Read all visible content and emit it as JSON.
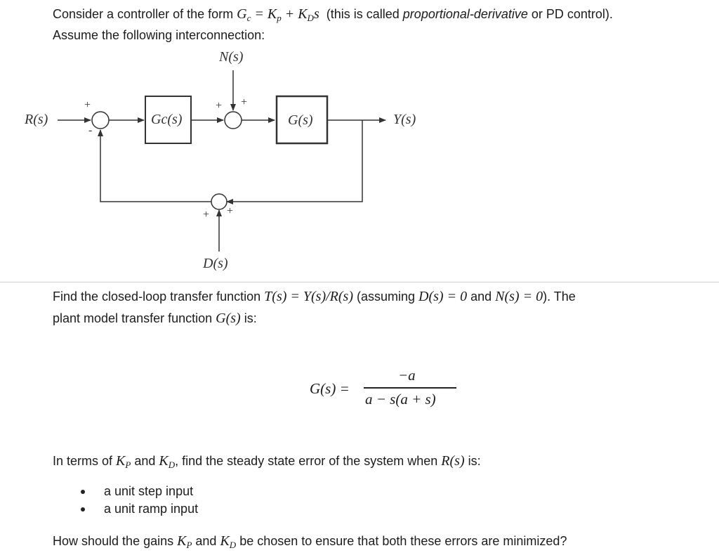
{
  "intro": {
    "p1_before": "Consider a controller of the form ",
    "gc_eq": "G",
    "gc_sub": "c",
    "eq_rest_a": " = K",
    "kp_sub": "p",
    "eq_rest_b": " + K",
    "kd_sub": "D",
    "eq_rest_c": "s",
    "p1_paren_open": "(this is called ",
    "p1_italic": "proportional-derivative",
    "p1_paren_close": " or PD control).",
    "p2": "Assume the following interconnection:"
  },
  "diagram": {
    "n_label": "N(s)",
    "r_label": "R(s)",
    "gc_label": "Gc(s)",
    "g_label": "G(s)",
    "y_label": "Y(s)",
    "d_label": "D(s)",
    "sum1_top_sign": "+",
    "sum1_bottom_sign": "-",
    "sum2_left_sign": "+",
    "sum2_top_sign": "+",
    "sum3_left_sign": "+",
    "sum3_right_sign": "+"
  },
  "question1": {
    "line1_a": "Find the closed-loop transfer function ",
    "line1_m1": "T(s) = Y(s)/R(s)",
    "line1_b": " (assuming ",
    "line1_m2": "D(s) = 0",
    "line1_c": " and ",
    "line1_m3": "N(s) = 0",
    "line1_d": "). The",
    "line2_a": "plant model transfer function ",
    "line2_m": "G(s)",
    "line2_b": " is:"
  },
  "equation": {
    "lhs": "G(s) =",
    "numerator": "−a",
    "denominator": "a − s(a + s)"
  },
  "question2": {
    "a": "In terms of ",
    "k1": "K",
    "k1_sub": "P",
    "b": " and ",
    "k2": "K",
    "k2_sub": "D",
    "c": ", find the steady state error of the system when ",
    "m": "R(s)",
    "d": " is:"
  },
  "bullets": [
    "a unit step input",
    "a unit ramp input"
  ],
  "question3": {
    "a": "How should the gains ",
    "k1": "K",
    "k1_sub": "P",
    "b": " and ",
    "k2": "K",
    "k2_sub": "D",
    "c": " be chosen to ensure that both these errors are minimized?"
  }
}
